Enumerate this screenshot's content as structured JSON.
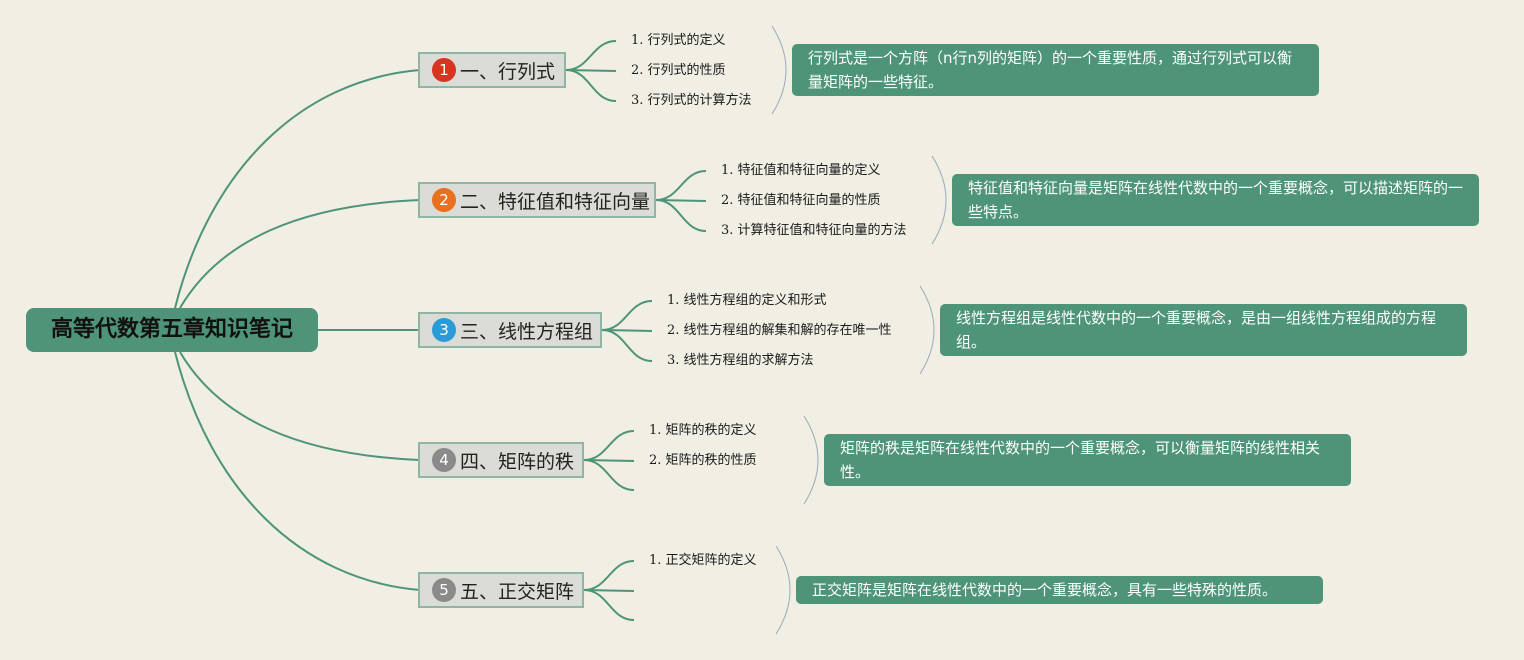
{
  "root": {
    "title": "高等代数第五章知识笔记"
  },
  "colors": {
    "line": "#4e9478",
    "note_bg": "#4e9478",
    "badge_1": "#d9341f",
    "badge_2": "#e8701f",
    "badge_3": "#2a9ad8",
    "badge_4": "#8a8a8a",
    "badge_5": "#8a8a8a"
  },
  "branches": [
    {
      "number": "1",
      "title": "一、行列式",
      "subs": [
        "1. 行列式的定义",
        "2. 行列式的性质",
        "3. 行列式的计算方法"
      ],
      "note": "行列式是一个方阵（n行n列的矩阵）的一个重要性质，通过行列式可以衡量矩阵的一些特征。"
    },
    {
      "number": "2",
      "title": "二、特征值和特征向量",
      "subs": [
        "1. 特征值和特征向量的定义",
        "2. 特征值和特征向量的性质",
        "3. 计算特征值和特征向量的方法"
      ],
      "note": "特征值和特征向量是矩阵在线性代数中的一个重要概念，可以描述矩阵的一些特点。"
    },
    {
      "number": "3",
      "title": "三、线性方程组",
      "subs": [
        "1. 线性方程组的定义和形式",
        "2. 线性方程组的解集和解的存在唯一性",
        "3. 线性方程组的求解方法"
      ],
      "note": "线性方程组是线性代数中的一个重要概念，是由一组线性方程组成的方程组。"
    },
    {
      "number": "4",
      "title": "四、矩阵的秩",
      "subs": [
        "1. 矩阵的秩的定义",
        "2. 矩阵的秩的性质"
      ],
      "note": "矩阵的秩是矩阵在线性代数中的一个重要概念，可以衡量矩阵的线性相关性。"
    },
    {
      "number": "5",
      "title": "五、正交矩阵",
      "subs": [
        "1. 正交矩阵的定义"
      ],
      "note": "正交矩阵是矩阵在线性代数中的一个重要概念，具有一些特殊的性质。"
    }
  ]
}
